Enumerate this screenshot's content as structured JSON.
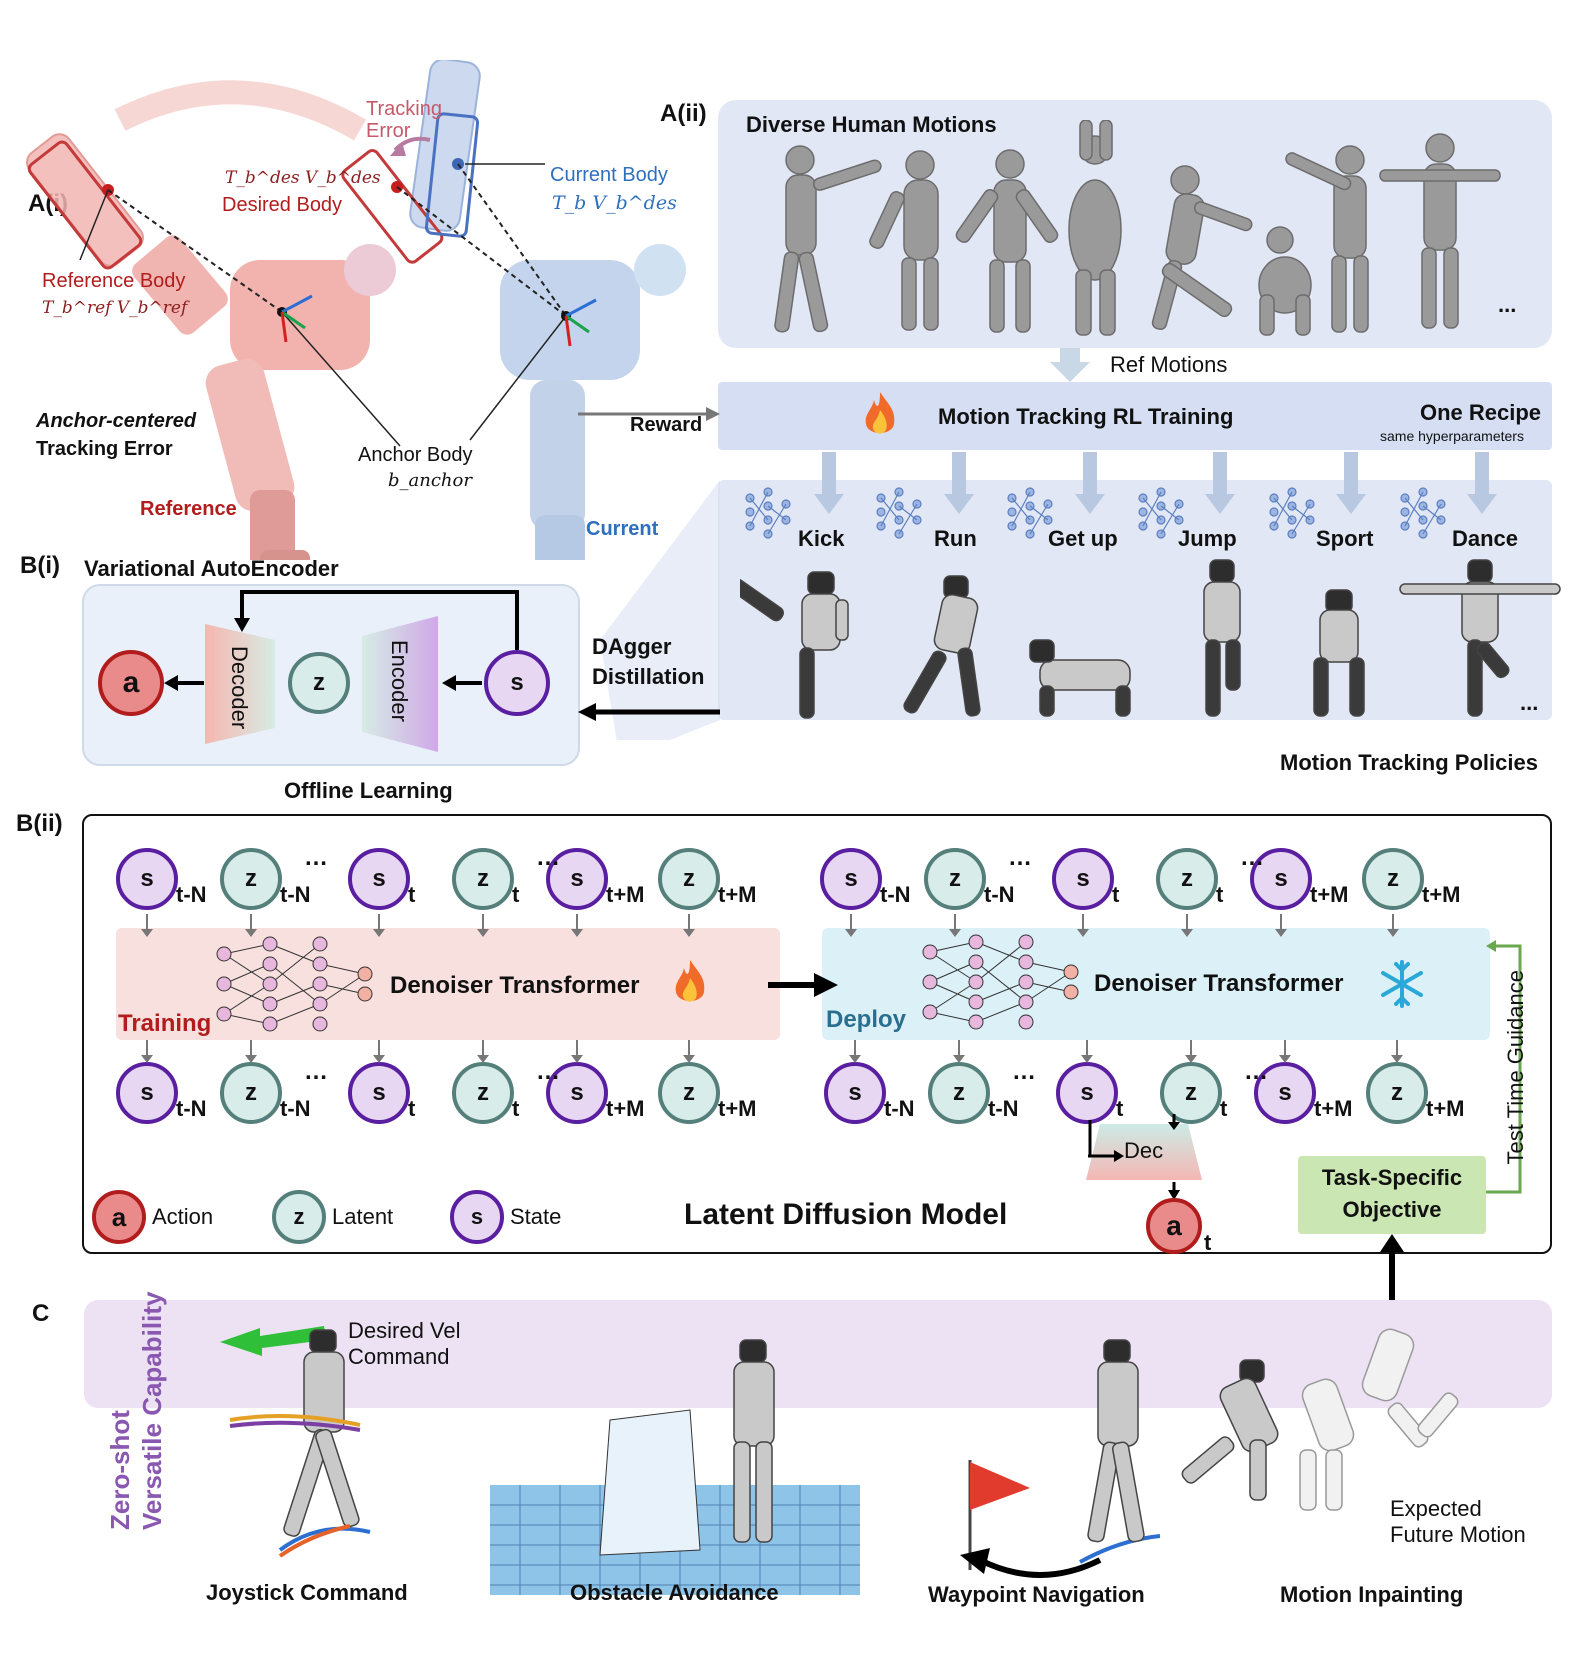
{
  "sections": {
    "ai": "A(i)",
    "aii": "A(ii)",
    "bi": "B(i)",
    "bii": "B(ii)",
    "c": "C"
  },
  "a_i": {
    "tracking_error": [
      "Tracking",
      "Error"
    ],
    "current_body": "Current Body",
    "current_sym": "T_b  V_b^des",
    "desired_sym": "T_b^des  V_b^des",
    "desired_body": "Desired Body",
    "reference_body": "Reference Body",
    "reference_sym": "T_b^ref  V_b^ref",
    "anchor_centered": "Anchor-centered",
    "tracking_error_label": "Tracking Error",
    "anchor_body": "Anchor Body",
    "anchor_sym": "b_anchor",
    "reference": "Reference",
    "current": "Current"
  },
  "a_ii": {
    "diverse": "Diverse Human Motions",
    "ellipsis": "...",
    "ref_motions": "Ref Motions",
    "reward": "Reward",
    "rl_training": "Motion Tracking RL Training",
    "one_recipe": "One Recipe",
    "same_hyper": "same hyperparameters",
    "skills": [
      "Kick",
      "Run",
      "Get up",
      "Jump",
      "Sport",
      "Dance"
    ],
    "policies": "Motion Tracking Policies"
  },
  "b_i": {
    "title": "Variational AutoEncoder",
    "a": "a",
    "z": "z",
    "s": "s",
    "decoder": "Decoder",
    "encoder": "Encoder",
    "dagger": [
      "DAgger",
      "Distillation"
    ],
    "offline": "Offline Learning"
  },
  "b_ii": {
    "top_left": [
      {
        "k": "s",
        "sub": "t-N"
      },
      {
        "k": "z",
        "sub": "t-N"
      },
      {
        "k": "s",
        "sub": "t"
      },
      {
        "k": "z",
        "sub": "t"
      },
      {
        "k": "s",
        "sub": "t+M"
      },
      {
        "k": "z",
        "sub": "t+M"
      }
    ],
    "denoiser": "Denoiser Transformer",
    "training": "Training",
    "deploy": "Deploy",
    "test_time": "Test Time Guidance",
    "dec": "Dec",
    "a_t": "a",
    "a_sub": "t",
    "task_objective": [
      "Task-Specific",
      "Objective"
    ],
    "legend": [
      {
        "k": "a",
        "label": "Action"
      },
      {
        "k": "z",
        "label": "Latent"
      },
      {
        "k": "s",
        "label": "State"
      }
    ],
    "title": "Latent Diffusion Model"
  },
  "c": {
    "side": [
      "Zero-shot",
      "Versatile Capability"
    ],
    "desired_vel": [
      "Desired Vel",
      "Command"
    ],
    "expected": [
      "Expected",
      "Future Motion"
    ],
    "captions": [
      "Joystick Command",
      "Obstacle Avoidance",
      "Waypoint Navigation",
      "Motion Inpainting"
    ]
  },
  "colors": {
    "red": "#b11d1d",
    "blue": "#2f6fbe",
    "purple": "#5a1fa0",
    "teal": "#557f7a",
    "green": "#c9e6b3",
    "training_bg": "#f7e0de",
    "deploy_bg": "#dcf1f7"
  }
}
